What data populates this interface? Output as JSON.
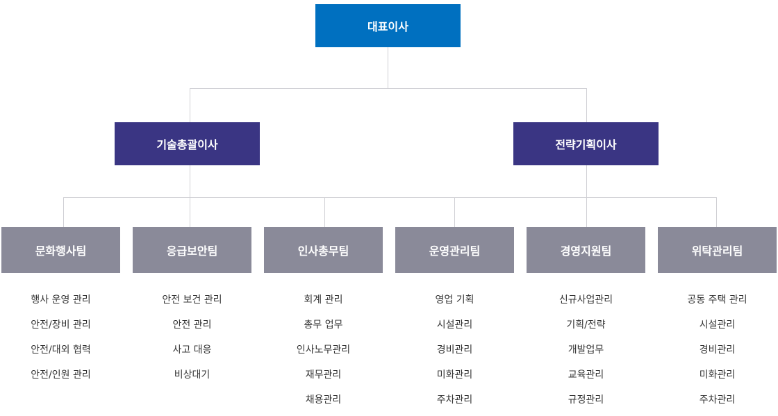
{
  "ceo": {
    "label": "대표이사"
  },
  "directors": [
    {
      "label": "기술총괄이사"
    },
    {
      "label": "전략기획이사"
    }
  ],
  "teams": [
    {
      "label": "문화행사팀",
      "duties": [
        "행사 운영 관리",
        "안전/장비 관리",
        "안전/대외 협력",
        "안전/인원 관리"
      ]
    },
    {
      "label": "응급보안팀",
      "duties": [
        "안전 보건 관리",
        "안전 관리",
        "사고 대응",
        "비상대기"
      ]
    },
    {
      "label": "인사총무팀",
      "duties": [
        "회계 관리",
        "총무 업무",
        "인사노무관리",
        "재무관리",
        "채용관리"
      ]
    },
    {
      "label": "운영관리팀",
      "duties": [
        "영업 기획",
        "시설관리",
        "경비관리",
        "미화관리",
        "주차관리"
      ]
    },
    {
      "label": "경영지원팀",
      "duties": [
        "신규사업관리",
        "기획/전략",
        "개발업무",
        "교육관리",
        "규정관리"
      ]
    },
    {
      "label": "위탁관리팀",
      "duties": [
        "공동 주택 관리",
        "시설관리",
        "경비관리",
        "미화관리",
        "주차관리"
      ]
    }
  ],
  "colors": {
    "ceo": "#0070c0",
    "director": "#3a3583",
    "team": "#8a8a99",
    "connector": "#cfcfd4"
  }
}
